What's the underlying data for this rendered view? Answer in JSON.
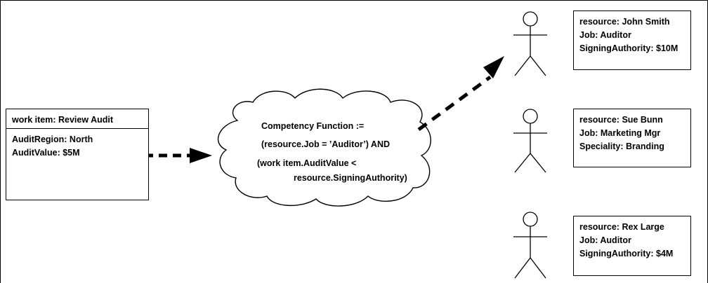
{
  "work_item": {
    "header": "work item: Review Audit",
    "attributes": [
      "AuditRegion: North",
      "AuditValue: $5M"
    ]
  },
  "competency_function": {
    "lines": [
      "Competency Function :=",
      "(resource.Job = ’Auditor’) AND",
      "(work item.AuditValue <",
      "resource.SigningAuthority)"
    ]
  },
  "resources": [
    {
      "lines": [
        "resource: John Smith",
        "Job: Auditor",
        "SigningAuthority: $10M"
      ]
    },
    {
      "lines": [
        "resource: Sue Bunn",
        "Job: Marketing Mgr",
        "Speciality: Branding"
      ]
    },
    {
      "lines": [
        "resource: Rex Large",
        "Job: Auditor",
        "SigningAuthority: $4M"
      ]
    }
  ]
}
